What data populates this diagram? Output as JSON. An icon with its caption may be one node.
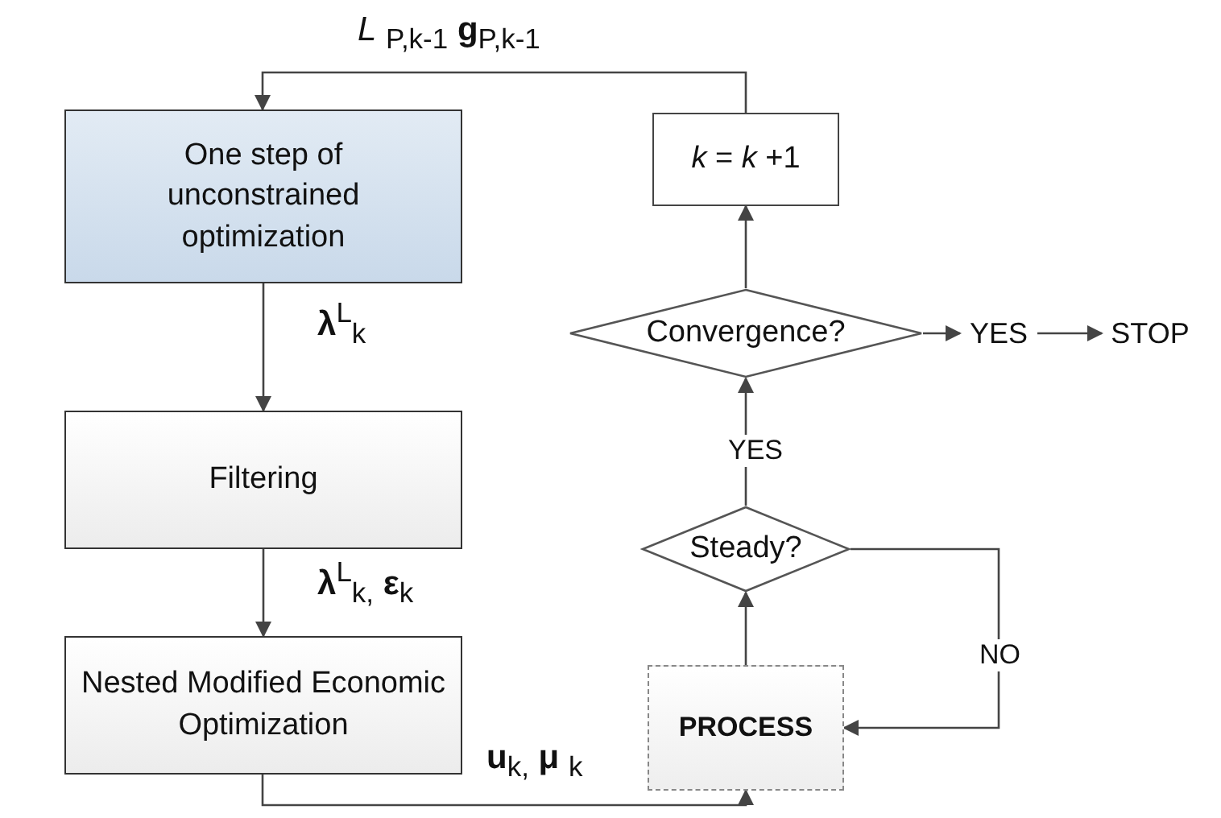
{
  "diagram": {
    "nodes": [
      {
        "text": [
          "One step of unconstrained optimization"
        ]
      },
      {
        "text": [
          "Filtering"
        ]
      },
      {
        "text": [
          "Nested  Modified Economic Optimization"
        ]
      },
      {
        "text": [
          "*k* = *k* +1"
        ]
      },
      {
        "text": [
          "Convergence?"
        ]
      },
      {
        "text": [
          "YES"
        ]
      },
      {
        "text": [
          "STOP"
        ]
      },
      {
        "text": [
          "Steady?"
        ]
      },
      {
        "text": [
          "PROCESS"
        ]
      }
    ],
    "edges": [
      {
        "from": 0,
        "to": 1,
        "arrow": "to",
        "label": "**λ**$^{L}$$_{k}$"
      },
      {
        "from": 1,
        "to": 2,
        "arrow": "to",
        "label": "**λ**$^{L}$$_{k,}$ **ε**$_{k}$"
      },
      {
        "from": 2,
        "to": 8,
        "arrow": "to",
        "label": "**u**$_{k,}$ **μ** $_{k}$"
      },
      {
        "from": 8,
        "to": 7,
        "arrow": "to"
      },
      {
        "from": 7,
        "to": 4,
        "arrow": "to",
        "label": "YES"
      },
      {
        "from": 7,
        "to": 8,
        "arrow": "to",
        "label": "NO"
      },
      {
        "from": 4,
        "to": 3,
        "arrow": "to"
      },
      {
        "from": 4,
        "to": 5,
        "arrow": "to"
      },
      {
        "from": 5,
        "to": 6,
        "arrow": "to"
      },
      {
        "from": 3,
        "to": 0,
        "arrow": "to",
        "label": "*L* $_{P,k-1}$   **g**$_{P,k-1}$"
      }
    ]
  }
}
